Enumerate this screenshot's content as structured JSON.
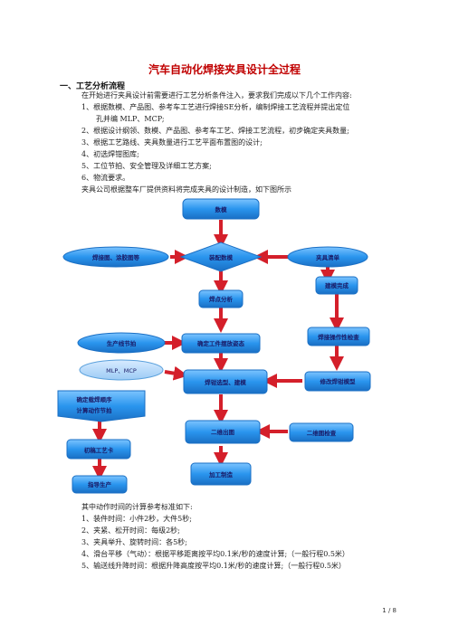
{
  "document": {
    "title": "汽车自动化焊接夹具设计全过程",
    "section1": {
      "heading": "一、工艺分析流程",
      "intro": "在开始进行夹具设计前需要进行工艺分析条件注入，要求我们完成以下几个工作内容:",
      "items": [
        "1、根据数模、产品图、参考车工艺进行焊接SE分析，编制焊接工艺流程并提出定位",
        "孔并编 MLP、MCP;",
        "2、根据设计纲领、数模、产品图、参考车工艺、焊接工艺流程，初步确定夹具数量;",
        "3、根据工艺路线、夹具数量进行工艺平面布置图的设计;",
        "4、初选焊钳图库;",
        "5、工位节拍、安全管理及详细工艺方案;",
        "6、物流要求。"
      ],
      "flow_intro": "夹具公司根据整车厂提供资料将完成夹具的设计制造，如下图所示"
    },
    "flowchart": {
      "n_shumo": "数模",
      "n_hanjie": "焊接图、涂胶图等",
      "n_zhuangpei": "装配数模",
      "n_jiaju": "夹具清单",
      "n_jianmo": "建模完成",
      "n_handian": "焊点分析",
      "n_caozuo": "焊接操作性检查",
      "n_jiepai": "生产线节拍",
      "n_queding": "确定工件摆放姿态",
      "n_mlp": "MLP、MCP",
      "n_xuanxing": "焊钳选型、建模",
      "n_xiugai": "修改焊钳模型",
      "n_shunxu_1": "确定载焊顺序",
      "n_shunxu_2": "计算动作节拍",
      "n_ertu": "二维出图",
      "n_jiancha": "二维图检查",
      "n_gongyika": "初稿工艺卡",
      "n_jiagong": "加工制造",
      "n_zhidao": "指导生产"
    },
    "section2": {
      "intro": "其中动作时间的计算参考标准如下:",
      "items": [
        "1、装件时间：小件2秒，大件5秒;",
        "2、夹紧、松开时间：每级2秒;",
        "3、夹具举升、旋转时间：各5秒;",
        "4、滑台平移（气动）：根据平移距离按平均0.1米/秒的速度计算;（一般行程0.5米）",
        "5、输送线升降时间：根据升降高度按平均0.1米/秒的速度计算;（一般行程0.5米）"
      ]
    },
    "footer": "1 / 8",
    "colors": {
      "title": "#c00000",
      "node_fill": "#1f8ee8",
      "arrow": "#d41f2a",
      "node_text": "#1a1a66"
    }
  }
}
